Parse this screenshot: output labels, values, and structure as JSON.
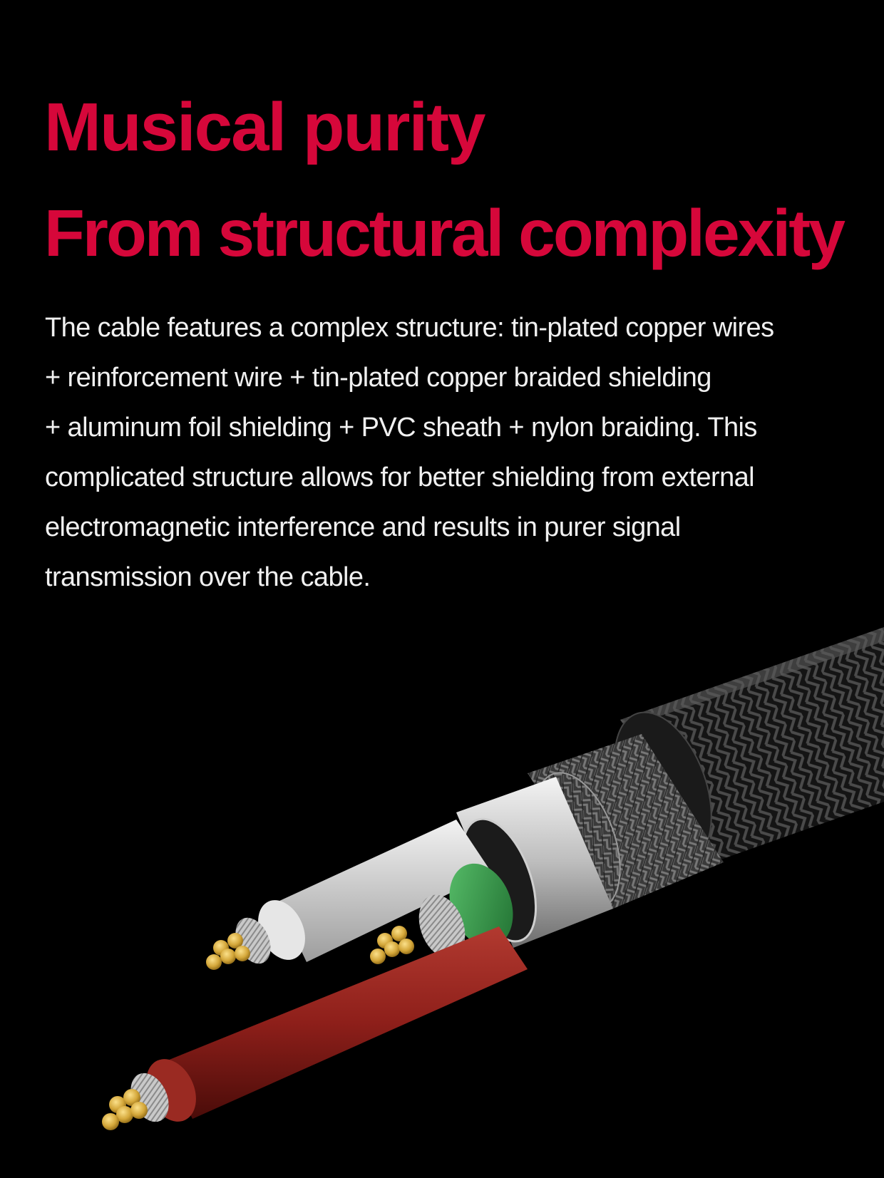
{
  "headline": {
    "line1": "Musical purity",
    "line2": "From structural complexity"
  },
  "body": {
    "lines": [
      "The cable features a complex structure: tin-plated copper wires",
      "+ reinforcement wire + tin-plated copper braided shielding",
      "+ aluminum foil shielding + PVC sheath + nylon braiding. This",
      "complicated structure allows for better shielding from external",
      "electromagnetic interference and results in purer signal",
      "transmission over the cable."
    ]
  },
  "colors": {
    "background": "#000000",
    "headline": "#d6073a",
    "body_text": "#f0f0f0",
    "core_red": "#8e1f1a",
    "core_green": "#2f9a45",
    "core_white": "#d8d8d8",
    "copper": "#d4a73a"
  },
  "illustration": {
    "subject": "cable-cross-section-image"
  }
}
